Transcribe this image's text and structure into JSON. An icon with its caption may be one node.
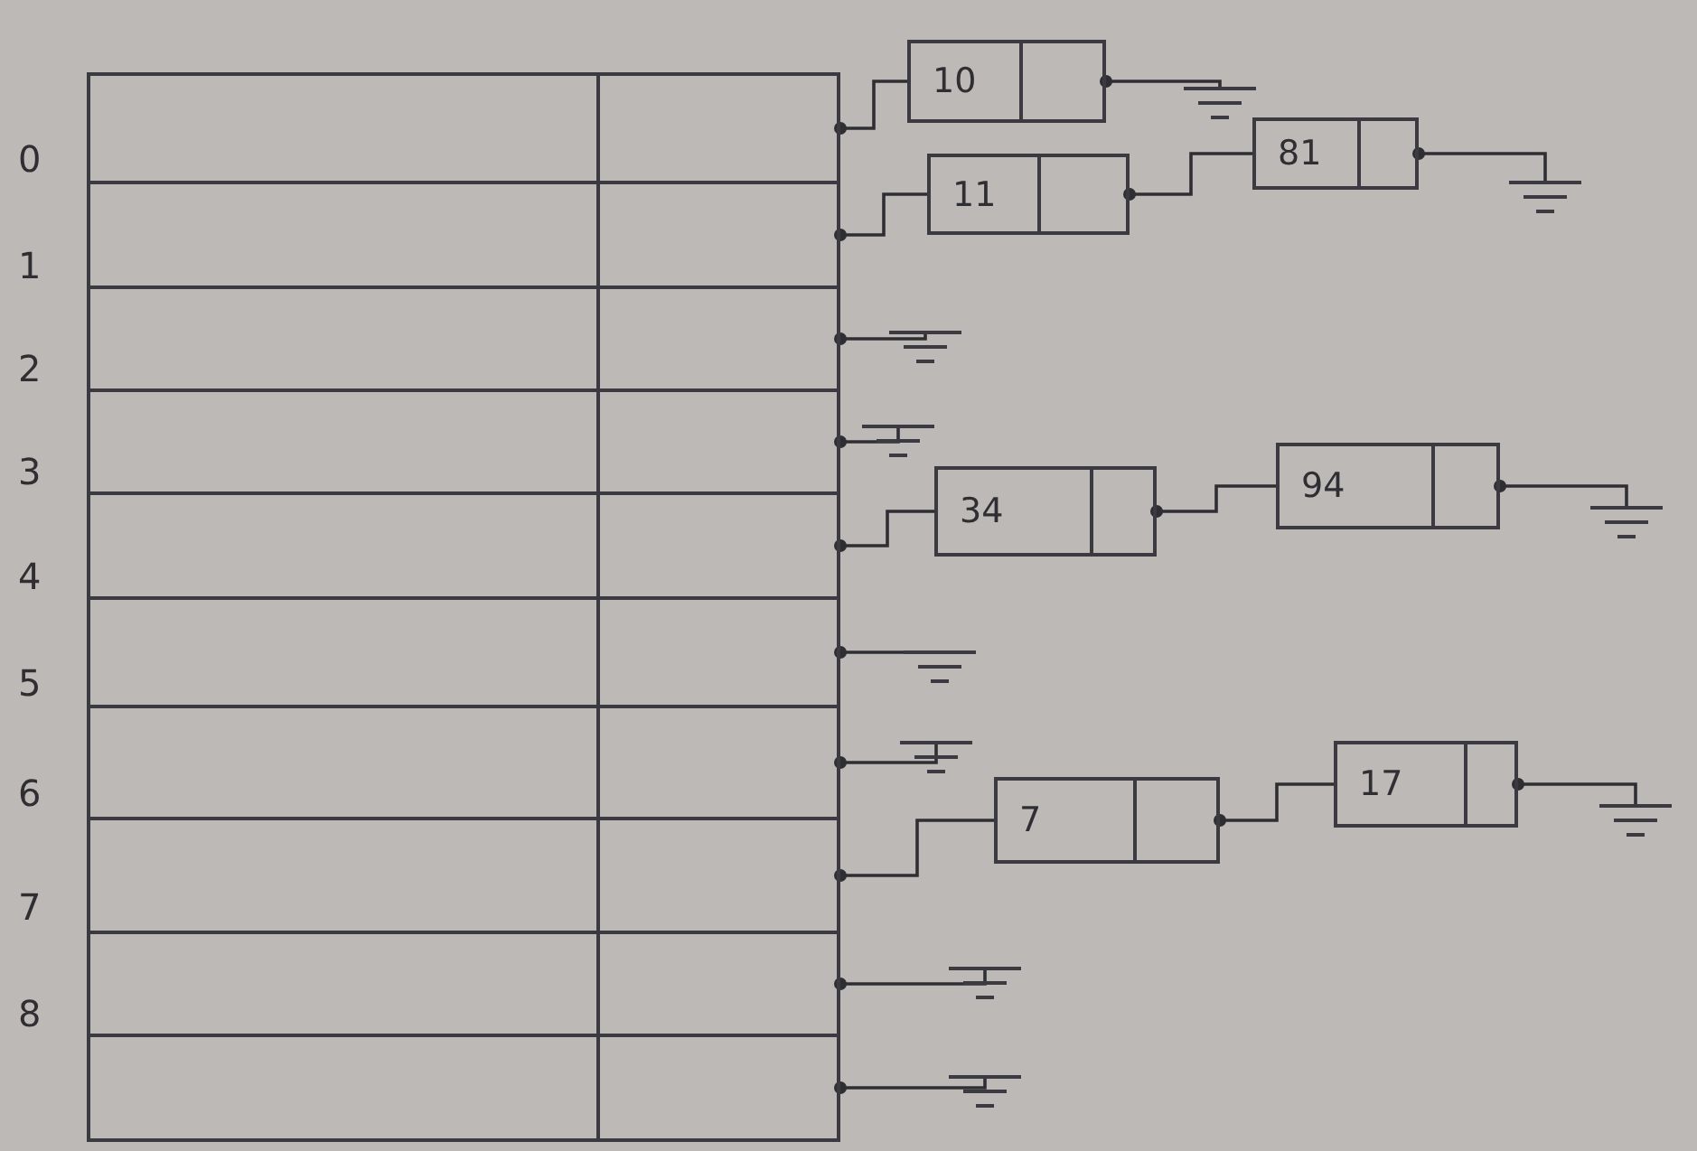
{
  "diagram": {
    "nodes": [
      {
        "text": [],
        "shape": "box",
        "beside": [
          "0"
        ]
      },
      {
        "text": [],
        "shape": "box",
        "beside": [
          "1"
        ]
      },
      {
        "text": [],
        "shape": "box",
        "beside": [
          "2"
        ]
      },
      {
        "text": [],
        "shape": "box",
        "beside": [
          "3"
        ]
      },
      {
        "text": [],
        "shape": "box",
        "beside": [
          "4"
        ]
      },
      {
        "text": [],
        "shape": "box",
        "beside": [
          "5"
        ]
      },
      {
        "text": [],
        "shape": "box",
        "beside": [
          "6"
        ]
      },
      {
        "text": [],
        "shape": "box",
        "beside": [
          "7"
        ]
      },
      {
        "text": [],
        "shape": "box",
        "beside": [
          "8"
        ]
      },
      {
        "text": [],
        "shape": "box"
      },
      {
        "text": [
          "10"
        ]
      },
      {
        "text": [
          "11"
        ]
      },
      {
        "text": [
          "81"
        ]
      },
      {
        "text": [
          "34"
        ]
      },
      {
        "text": [
          "94"
        ]
      },
      {
        "text": [
          "7"
        ]
      },
      {
        "text": [
          "17"
        ]
      },
      {
        "text": [],
        "shape": "ground"
      },
      {
        "text": [],
        "shape": "ground"
      },
      {
        "text": [],
        "shape": "ground"
      },
      {
        "text": [],
        "shape": "ground"
      },
      {
        "text": [],
        "shape": "ground"
      },
      {
        "text": [],
        "shape": "ground"
      },
      {
        "text": [],
        "shape": "ground"
      },
      {
        "text": [],
        "shape": "ground"
      },
      {
        "text": [],
        "shape": "ground"
      },
      {
        "text": [],
        "shape": "ground"
      }
    ],
    "edges": [
      {
        "from": 0,
        "to": 10,
        "arrow": "other"
      },
      {
        "from": 10,
        "to": 17,
        "arrow": "other"
      },
      {
        "from": 1,
        "to": 11,
        "arrow": "other"
      },
      {
        "from": 11,
        "to": 12,
        "arrow": "other"
      },
      {
        "from": 12,
        "to": 18,
        "arrow": "other"
      },
      {
        "from": 2,
        "to": 19,
        "arrow": "other"
      },
      {
        "from": 3,
        "to": 20,
        "arrow": "other"
      },
      {
        "from": 4,
        "to": 13,
        "arrow": "other"
      },
      {
        "from": 13,
        "to": 14,
        "arrow": "other"
      },
      {
        "from": 14,
        "to": 21,
        "arrow": "other"
      },
      {
        "from": 5,
        "to": 22,
        "arrow": "other"
      },
      {
        "from": 6,
        "to": 23,
        "arrow": "other"
      },
      {
        "from": 7,
        "to": 15,
        "arrow": "other"
      },
      {
        "from": 15,
        "to": 16,
        "arrow": "other"
      },
      {
        "from": 16,
        "to": 24,
        "arrow": "other"
      },
      {
        "from": 8,
        "to": 25,
        "arrow": "other"
      },
      {
        "from": 9,
        "to": 26,
        "arrow": "other"
      }
    ]
  }
}
